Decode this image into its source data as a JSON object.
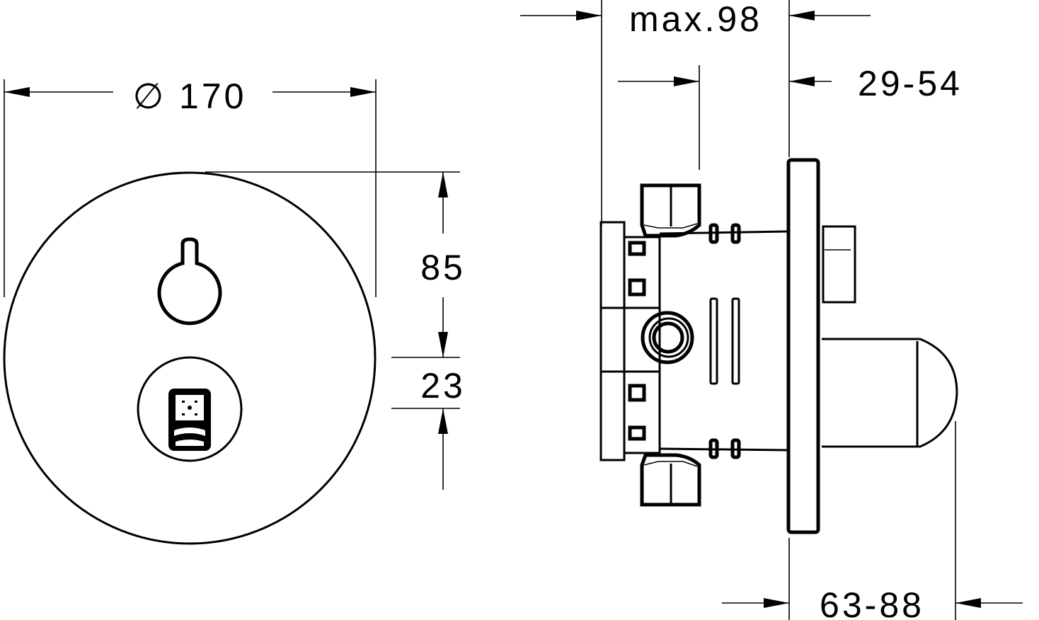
{
  "front_view": {
    "diameter_label": "∅ 170",
    "height_upper_label": "85",
    "height_lower_label": "23"
  },
  "side_view": {
    "max_depth_label": "max.98",
    "wall_range_label": "29-54",
    "projection_range_label": "63-88"
  },
  "colors": {
    "line": "#000000",
    "background": "#ffffff"
  }
}
